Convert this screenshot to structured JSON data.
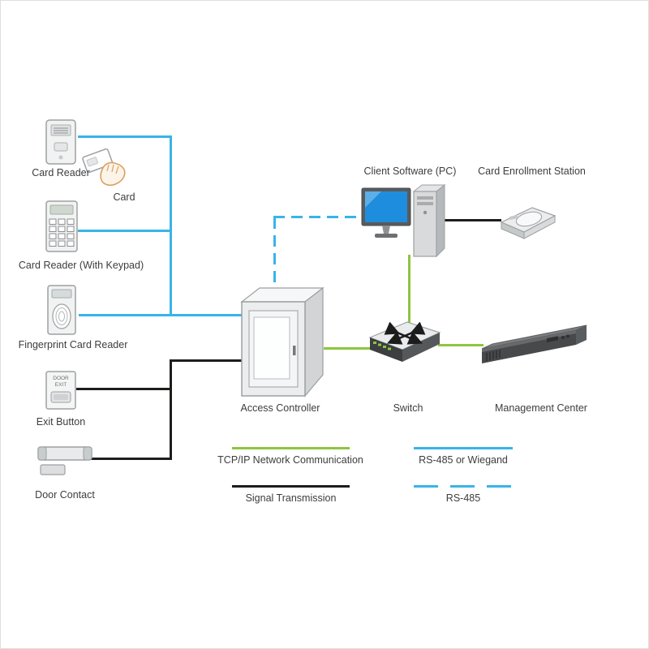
{
  "colors": {
    "tcpip_green": "#8dc63f",
    "rs485_cyan": "#39b4e6",
    "signal_black": "#1d1d1b",
    "label_text": "#3d3d3c",
    "pc_screen_blue": "#1f8ddd"
  },
  "devices": {
    "card_reader": {
      "label": "Card Reader"
    },
    "card": {
      "label": "Card"
    },
    "card_reader_keypad": {
      "label": "Card Reader (With Keypad)"
    },
    "fingerprint_reader": {
      "label": "Fingerprint Card Reader"
    },
    "exit_button": {
      "label": "Exit Button",
      "plate_line1": "DOOR",
      "plate_line2": "EXIT"
    },
    "door_contact": {
      "label": "Door Contact"
    },
    "access_controller": {
      "label": "Access Controller"
    },
    "client_software": {
      "label": "Client Software (PC)"
    },
    "card_enrollment_station": {
      "label": "Card Enrollment Station"
    },
    "switch": {
      "label": "Switch"
    },
    "management_center": {
      "label": "Management Center"
    }
  },
  "legend": {
    "items": [
      {
        "label": "TCP/IP Network Communication",
        "line_style": "solid",
        "color": "#8dc63f"
      },
      {
        "label": "RS-485 or Wiegand",
        "line_style": "solid",
        "color": "#39b4e6"
      },
      {
        "label": "Signal Transmission",
        "line_style": "solid",
        "color": "#1d1d1b"
      },
      {
        "label": "RS-485",
        "line_style": "dashed",
        "color": "#39b4e6"
      }
    ]
  },
  "connections": [
    {
      "from": "Card Reader",
      "to": "Access Controller",
      "type": "RS-485 or Wiegand"
    },
    {
      "from": "Card Reader (With Keypad)",
      "to": "Access Controller",
      "type": "RS-485 or Wiegand"
    },
    {
      "from": "Fingerprint Card Reader",
      "to": "Access Controller",
      "type": "RS-485 or Wiegand"
    },
    {
      "from": "Exit Button",
      "to": "Access Controller",
      "type": "Signal Transmission"
    },
    {
      "from": "Door Contact",
      "to": "Access Controller",
      "type": "Signal Transmission"
    },
    {
      "from": "Access Controller",
      "to": "Client Software (PC)",
      "type": "RS-485"
    },
    {
      "from": "Access Controller",
      "to": "Switch",
      "type": "TCP/IP Network Communication"
    },
    {
      "from": "Switch",
      "to": "Client Software (PC)",
      "type": "TCP/IP Network Communication"
    },
    {
      "from": "Switch",
      "to": "Management Center",
      "type": "TCP/IP Network Communication"
    },
    {
      "from": "Client Software (PC)",
      "to": "Card Enrollment Station",
      "type": "Signal Transmission"
    }
  ]
}
